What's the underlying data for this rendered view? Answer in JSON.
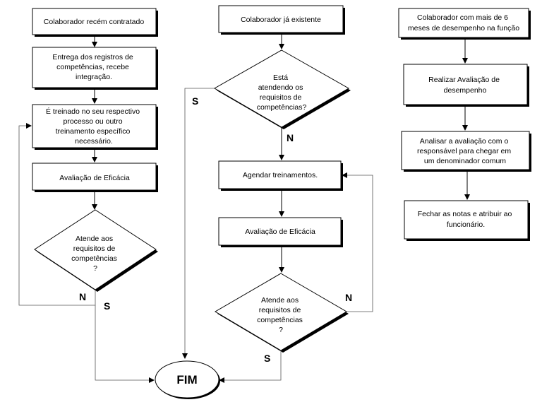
{
  "flow1": {
    "start": "Colaborador recém contratado",
    "step2": [
      "Entrega dos registros de",
      "competências, recebe",
      "integração."
    ],
    "step3": [
      "É treinado no seu respectivo",
      "processo ou outro",
      "treinamento específico",
      "necessário."
    ],
    "step4": "Avaliação de Eficácia",
    "decision": [
      "Atende aos",
      "requisitos de",
      "competências",
      "?"
    ],
    "no": "N",
    "yes": "S"
  },
  "flow2": {
    "start": "Colaborador já existente",
    "decision1": [
      "Está",
      "atendendo os",
      "requisitos de",
      "competências?"
    ],
    "yes1": "S",
    "no1": "N",
    "step2": "Agendar treinamentos.",
    "step3": "Avaliação de Eficácia",
    "decision2": [
      "Atende aos",
      "requisitos de",
      "competências",
      "?"
    ],
    "no2": "N",
    "yes2": "S"
  },
  "flow3": {
    "start": [
      "Colaborador com mais de 6",
      "meses de desempenho na função"
    ],
    "step2": [
      "Realizar Avaliação de",
      "desempenho"
    ],
    "step3": [
      "Analisar a avaliação com o",
      "responsável para chegar em",
      "um denominador comum"
    ],
    "step4": [
      "Fechar as notas e atribuir ao",
      "funcionário."
    ]
  },
  "end": "FIM"
}
